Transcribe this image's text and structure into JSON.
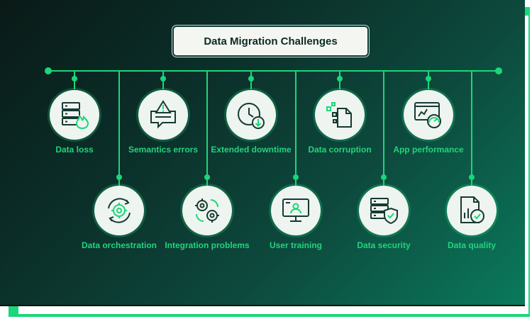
{
  "title": "Data Migration Challenges",
  "colors": {
    "accent": "#1bd67a",
    "label": "#22d37e",
    "icon": "#173a33",
    "background": "#0b302a"
  },
  "challenges": [
    {
      "label": "Data loss",
      "icon": "server-fire-icon"
    },
    {
      "label": "Data orchestration",
      "icon": "gear-cycle-icon"
    },
    {
      "label": "Semantics errors",
      "icon": "warning-chat-icon"
    },
    {
      "label": "Integration problems",
      "icon": "linked-gears-icon"
    },
    {
      "label": "Extended downtime",
      "icon": "clock-download-icon"
    },
    {
      "label": "User training",
      "icon": "monitor-user-icon"
    },
    {
      "label": "Data corruption",
      "icon": "broken-file-icon"
    },
    {
      "label": "Data security",
      "icon": "server-shield-icon"
    },
    {
      "label": "App performance",
      "icon": "dashboard-gauge-icon"
    },
    {
      "label": "Data quality",
      "icon": "report-check-icon"
    }
  ]
}
